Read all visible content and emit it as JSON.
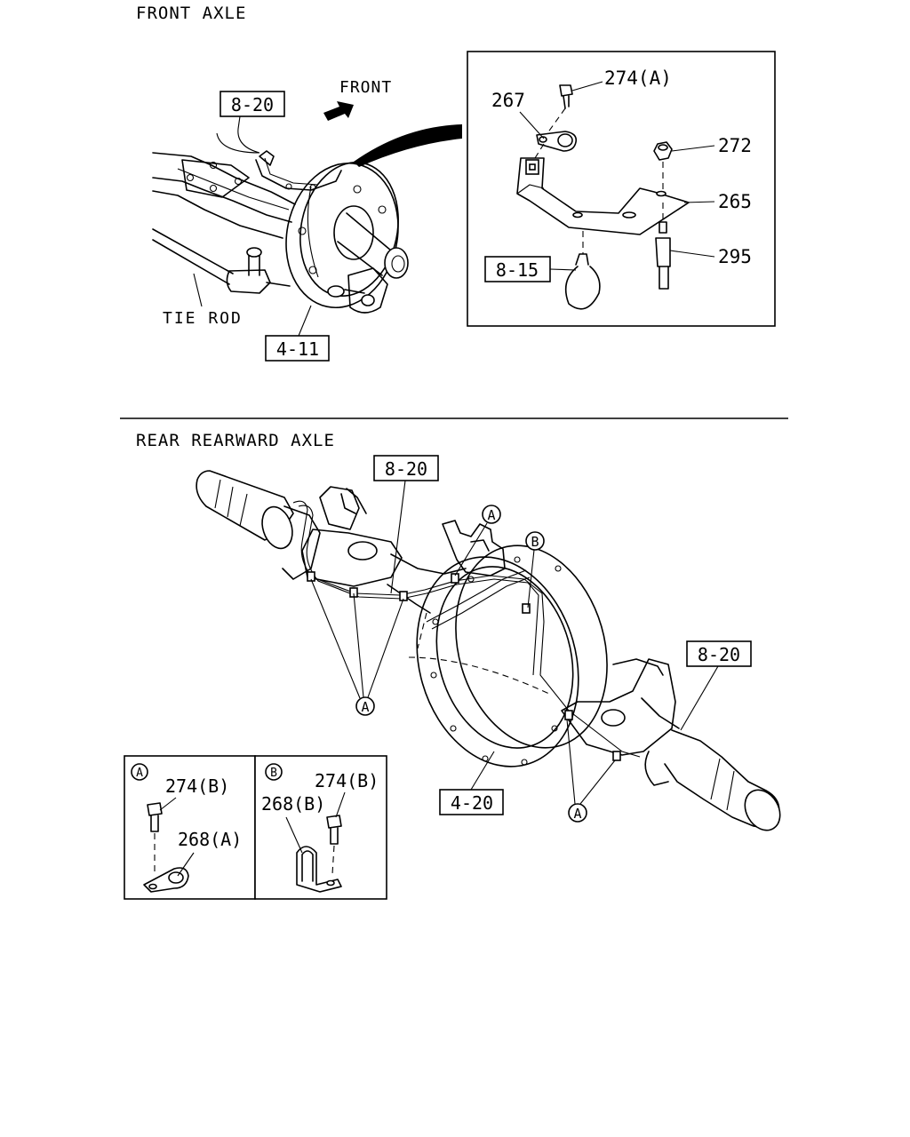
{
  "sections": {
    "front_title": "FRONT  AXLE",
    "rear_title": "REAR REARWARD AXLE"
  },
  "front": {
    "direction_label": "FRONT",
    "tie_rod_label": "TIE ROD",
    "ref_8_20": "8-20",
    "ref_4_11": "4-11",
    "detail": {
      "p274a": "274(A)",
      "p267": "267",
      "p272": "272",
      "p265": "265",
      "p295": "295",
      "ref_8_15": "8-15"
    }
  },
  "rear": {
    "ref_8_20_left": "8-20",
    "ref_8_20_right": "8-20",
    "ref_4_20": "4-20",
    "callout_a": "A",
    "callout_b": "B",
    "detail_a": {
      "tag": "A",
      "p274b": "274(B)",
      "p268a": "268(A)"
    },
    "detail_b": {
      "tag": "B",
      "p274b": "274(B)",
      "p268b": "268(B)"
    }
  }
}
